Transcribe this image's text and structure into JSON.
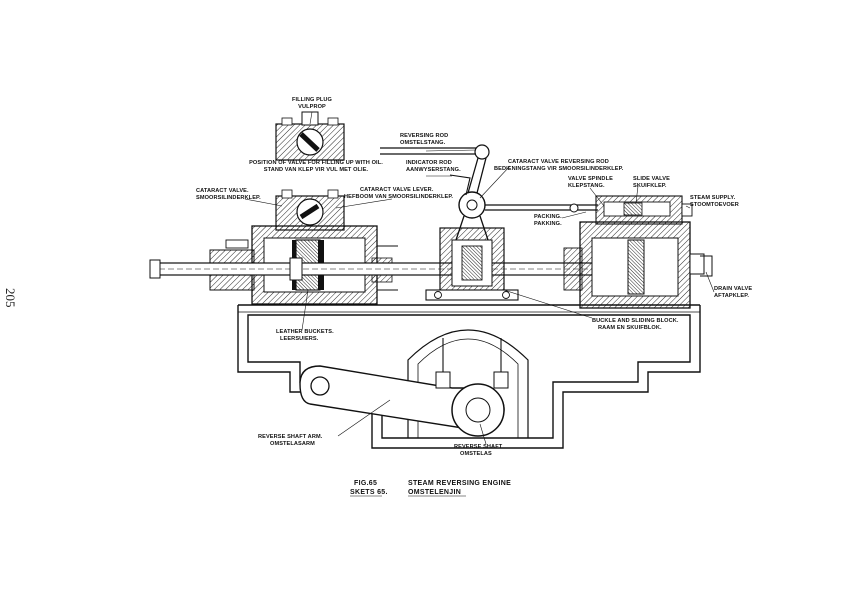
{
  "page_number": "205",
  "caption": {
    "fig_en": "FIG.65",
    "title_en": "STEAM REVERSING ENGINE",
    "fig_af": "SKETS 65.",
    "title_af": "OMSTELENJIN"
  },
  "labels": {
    "filling_plug": [
      "FILLING PLUG",
      "VULPROP"
    ],
    "position_of_valve": [
      "POSITION OF VALVE FOR FILLING UP WITH OIL.",
      "STAND VAN KLEP VIR VUL MET OLIE."
    ],
    "cataract_valve": [
      "CATARACT VALVE.",
      "SMOORSILINDERKLEP."
    ],
    "reversing_rod": [
      "REVERSING ROD",
      "OMSTELSTANG."
    ],
    "indicator_rod": [
      "INDICATOR ROD",
      "AANWYSERSTANG."
    ],
    "cataract_valve_lever": [
      "CATARACT VALVE LEVER.",
      "HEFBOOM VAN SMOORSILINDERKLEP."
    ],
    "cataract_valve_reversing_rod": [
      "CATARACT VALVE REVERSING ROD",
      "BEDIENINGSTANG VIR SMOORSILINDERKLEP."
    ],
    "valve_spindle": [
      "VALVE SPINDLE",
      "KLEPSTANG."
    ],
    "slide_valve": [
      "SLIDE VALVE",
      "SKUIFKLEP."
    ],
    "steam_supply": [
      "STEAM SUPPLY.",
      "STOOMTOEVOER"
    ],
    "packing": [
      "PACKING.",
      "PAKKING."
    ],
    "drain_valve": [
      "DRAIN VALVE",
      "AFTAPKLEP."
    ],
    "buckle_block": [
      "BUCKLE AND SLIDING BLOCK.",
      "RAAM EN SKUIFBLOK."
    ],
    "leather_buckets": [
      "LEATHER BUCKETS.",
      "LEERSUIERS."
    ],
    "reverse_shaft_arm": [
      "REVERSE SHAFT ARM.",
      "OMSTELASARM"
    ],
    "reverse_shaft": [
      "REVERSE SHAFT",
      "OMSTELAS"
    ]
  }
}
